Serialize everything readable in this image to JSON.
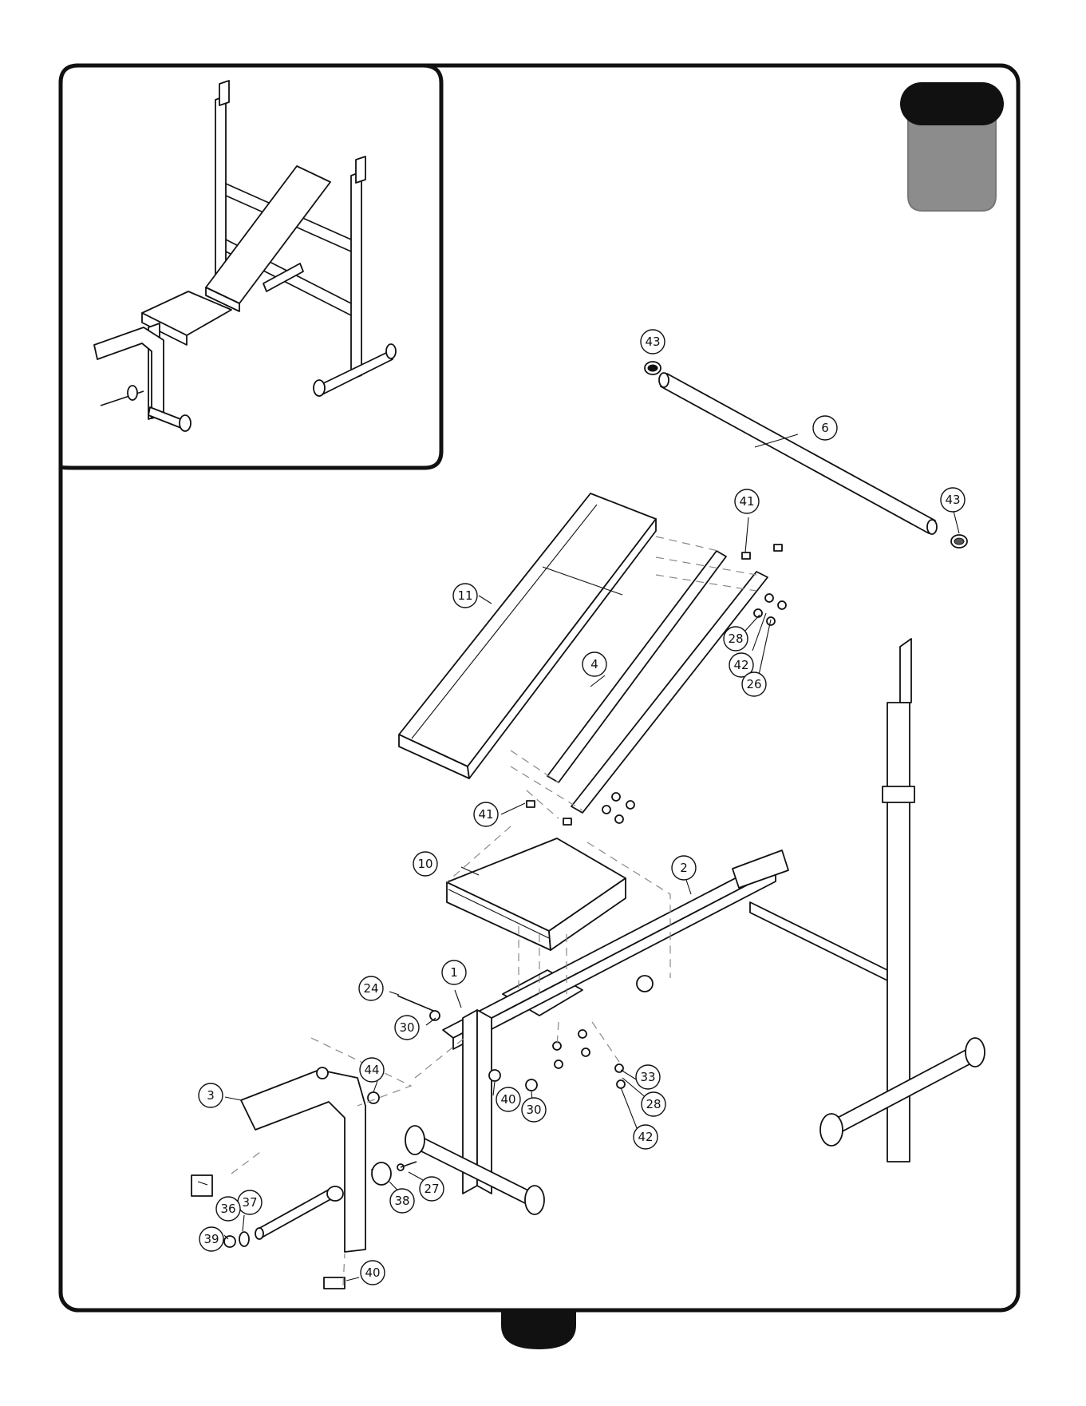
{
  "frame": {
    "border_color": "#111111",
    "tab_color": "#8c8c8c"
  },
  "callouts": [
    {
      "label": "43"
    },
    {
      "label": "6"
    },
    {
      "label": "43"
    },
    {
      "label": "41"
    },
    {
      "label": "11"
    },
    {
      "label": "4"
    },
    {
      "label": "28"
    },
    {
      "label": "42"
    },
    {
      "label": "26"
    },
    {
      "label": "41"
    },
    {
      "label": "10"
    },
    {
      "label": "2"
    },
    {
      "label": "1"
    },
    {
      "label": "24"
    },
    {
      "label": "30"
    },
    {
      "label": "44"
    },
    {
      "label": "3"
    },
    {
      "label": "40"
    },
    {
      "label": "30"
    },
    {
      "label": "33"
    },
    {
      "label": "28"
    },
    {
      "label": "42"
    },
    {
      "label": "27"
    },
    {
      "label": "38"
    },
    {
      "label": "37"
    },
    {
      "label": "36"
    },
    {
      "label": "39"
    },
    {
      "label": "40"
    }
  ]
}
